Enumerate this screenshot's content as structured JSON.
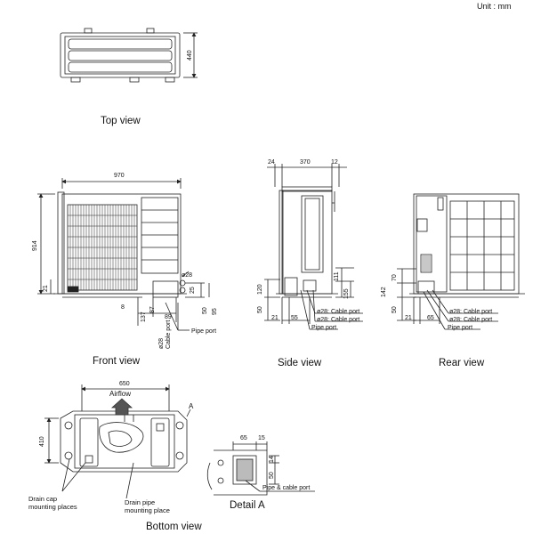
{
  "unit_label": "Unit : mm",
  "captions": {
    "top": "Top view",
    "front": "Front view",
    "side": "Side view",
    "rear": "Rear view",
    "bottom": "Bottom view",
    "detail": "Detail A"
  },
  "top_view": {
    "depth": "440"
  },
  "front_view": {
    "width": "970",
    "height": "914",
    "d21": "21",
    "d8": "8",
    "d137": "137",
    "d87": "87",
    "d89": "89",
    "d50": "50",
    "d95": "95",
    "d25": "25",
    "dia28": "ø28",
    "cable_port": "ø28\nCable port",
    "pipe_port": "Pipe port"
  },
  "side_view": {
    "d24": "24",
    "d370": "370",
    "d12": "12",
    "d111": "111",
    "d155": "155",
    "d120": "120",
    "d50": "50",
    "d21": "21",
    "d55": "55",
    "cable1": "ø28: Cable port",
    "cable2": "ø28: Cable port",
    "pipe": "Pipe port"
  },
  "rear_view": {
    "d70": "70",
    "d142": "142",
    "d50": "50",
    "d21": "21",
    "d65": "65",
    "cable1": "ø28: Cable port",
    "cable2": "ø28: Cable port",
    "pipe": "Pipe port"
  },
  "bottom_view": {
    "width": "650",
    "depth": "410",
    "airflow": "Airflow",
    "marker": "A",
    "drain_cap": "Drain cap\nmounting places",
    "drain_pipe": "Drain pipe\nmounting place"
  },
  "detail_a": {
    "d65": "65",
    "d15": "15",
    "d14": "14",
    "d50": "50",
    "pipe_cable": "Pipe & cable port"
  }
}
